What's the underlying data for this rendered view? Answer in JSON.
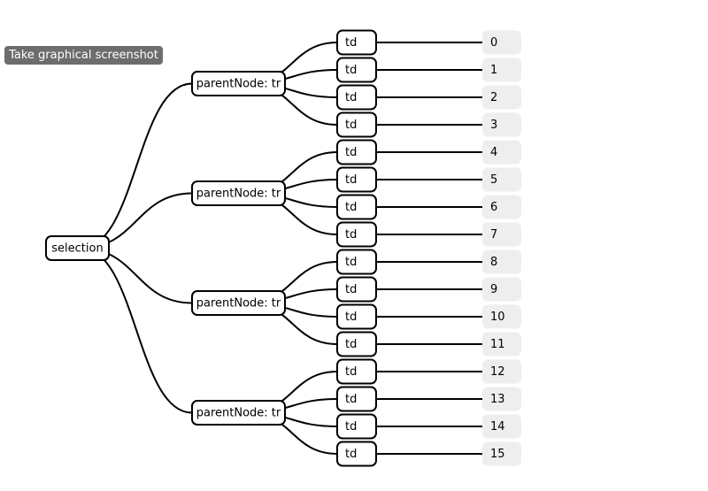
{
  "toolbar": {
    "screenshot_label": "Take graphical screenshot"
  },
  "tree": {
    "root_label": "selection",
    "groups": [
      {
        "label": "parentNode: tr",
        "children": [
          {
            "label": "td",
            "value": "0"
          },
          {
            "label": "td",
            "value": "1"
          },
          {
            "label": "td",
            "value": "2"
          },
          {
            "label": "td",
            "value": "3"
          }
        ]
      },
      {
        "label": "parentNode: tr",
        "children": [
          {
            "label": "td",
            "value": "4"
          },
          {
            "label": "td",
            "value": "5"
          },
          {
            "label": "td",
            "value": "6"
          },
          {
            "label": "td",
            "value": "7"
          }
        ]
      },
      {
        "label": "parentNode: tr",
        "children": [
          {
            "label": "td",
            "value": "8"
          },
          {
            "label": "td",
            "value": "9"
          },
          {
            "label": "td",
            "value": "10"
          },
          {
            "label": "td",
            "value": "11"
          }
        ]
      },
      {
        "label": "parentNode: tr",
        "children": [
          {
            "label": "td",
            "value": "12"
          },
          {
            "label": "td",
            "value": "13"
          },
          {
            "label": "td",
            "value": "14"
          },
          {
            "label": "td",
            "value": "15"
          }
        ]
      }
    ]
  },
  "colors": {
    "button_bg": "#6d6d6d",
    "value_bg": "#eeeeee",
    "stroke": "#000000"
  }
}
